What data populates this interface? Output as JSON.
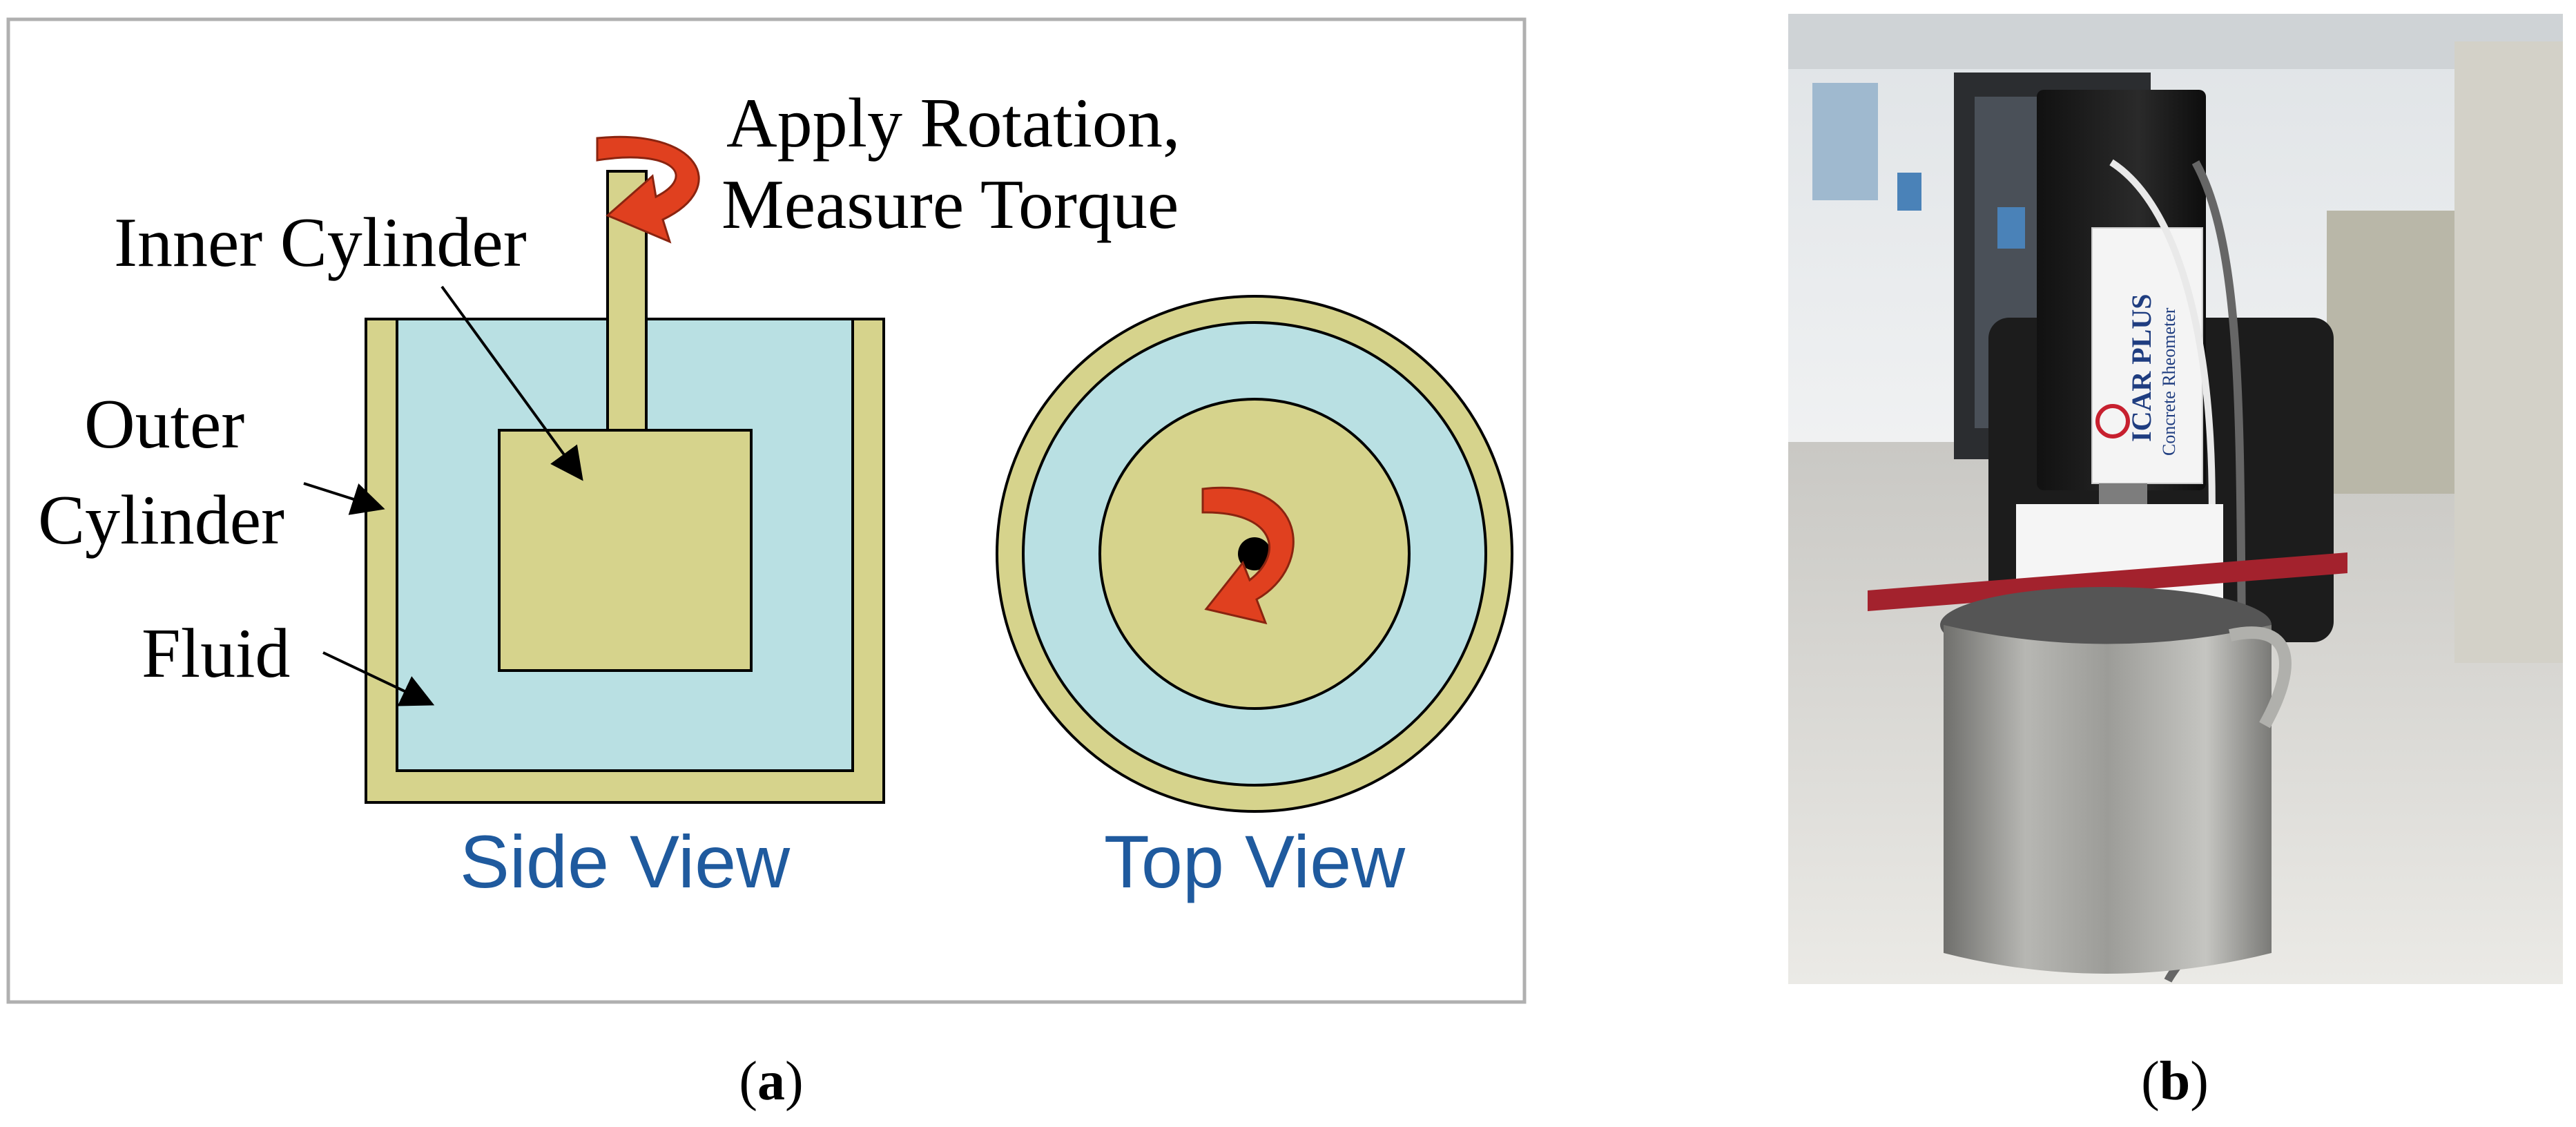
{
  "panel_a": {
    "labels": {
      "apply_rotation": "Apply Rotation,",
      "measure_torque": "Measure Torque",
      "inner_cylinder": "Inner Cylinder",
      "outer": "Outer",
      "cylinder": "Cylinder",
      "fluid": "Fluid",
      "side_view": "Side View",
      "top_view": "Top View"
    },
    "caption_letter": "a"
  },
  "panel_b": {
    "device_brand": "ICAR PLUS",
    "device_subtitle": "Concrete Rheometer",
    "caption_letter": "b"
  },
  "colors": {
    "cylinder": "#d6d38c",
    "fluid": "#b9e0e3",
    "arrow": "#e0401f",
    "view_label": "#1f5a9e",
    "frame": "#b0b0b0"
  }
}
